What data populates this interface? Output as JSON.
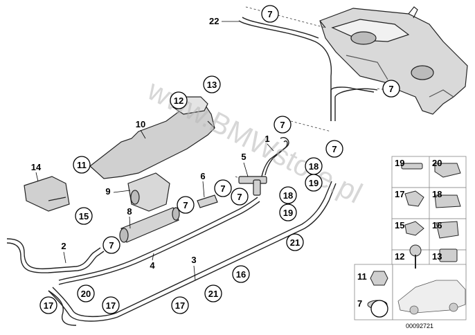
{
  "diagram": {
    "watermark": "www.BMWstore.pl",
    "reference_code": "00092721",
    "callouts": {
      "c22": "22",
      "c7a": "7",
      "c7b": "7",
      "c7c": "7",
      "c7d": "7",
      "c7e": "7",
      "c7f": "7",
      "c7g": "7",
      "c7h": "7",
      "c12": "12",
      "c13": "13",
      "c10": "10",
      "c11": "11",
      "c1": "1",
      "c5": "5",
      "c6": "6",
      "c9": "9",
      "c8": "8",
      "c14": "14",
      "c15": "15",
      "c18a": "18",
      "c19a": "19",
      "c18b": "18",
      "c19b": "19",
      "c2": "2",
      "c4": "4",
      "c3": "3",
      "c21a": "21",
      "c21b": "21",
      "c16": "16",
      "c20": "20",
      "c17a": "17",
      "c17b": "17",
      "c17c": "17"
    },
    "parts_grid": {
      "p19": "19",
      "p20": "20",
      "p17": "17",
      "p18": "18",
      "p15": "15",
      "p16": "16",
      "p12": "12",
      "p13": "13",
      "p11": "11",
      "p7": "7"
    }
  }
}
